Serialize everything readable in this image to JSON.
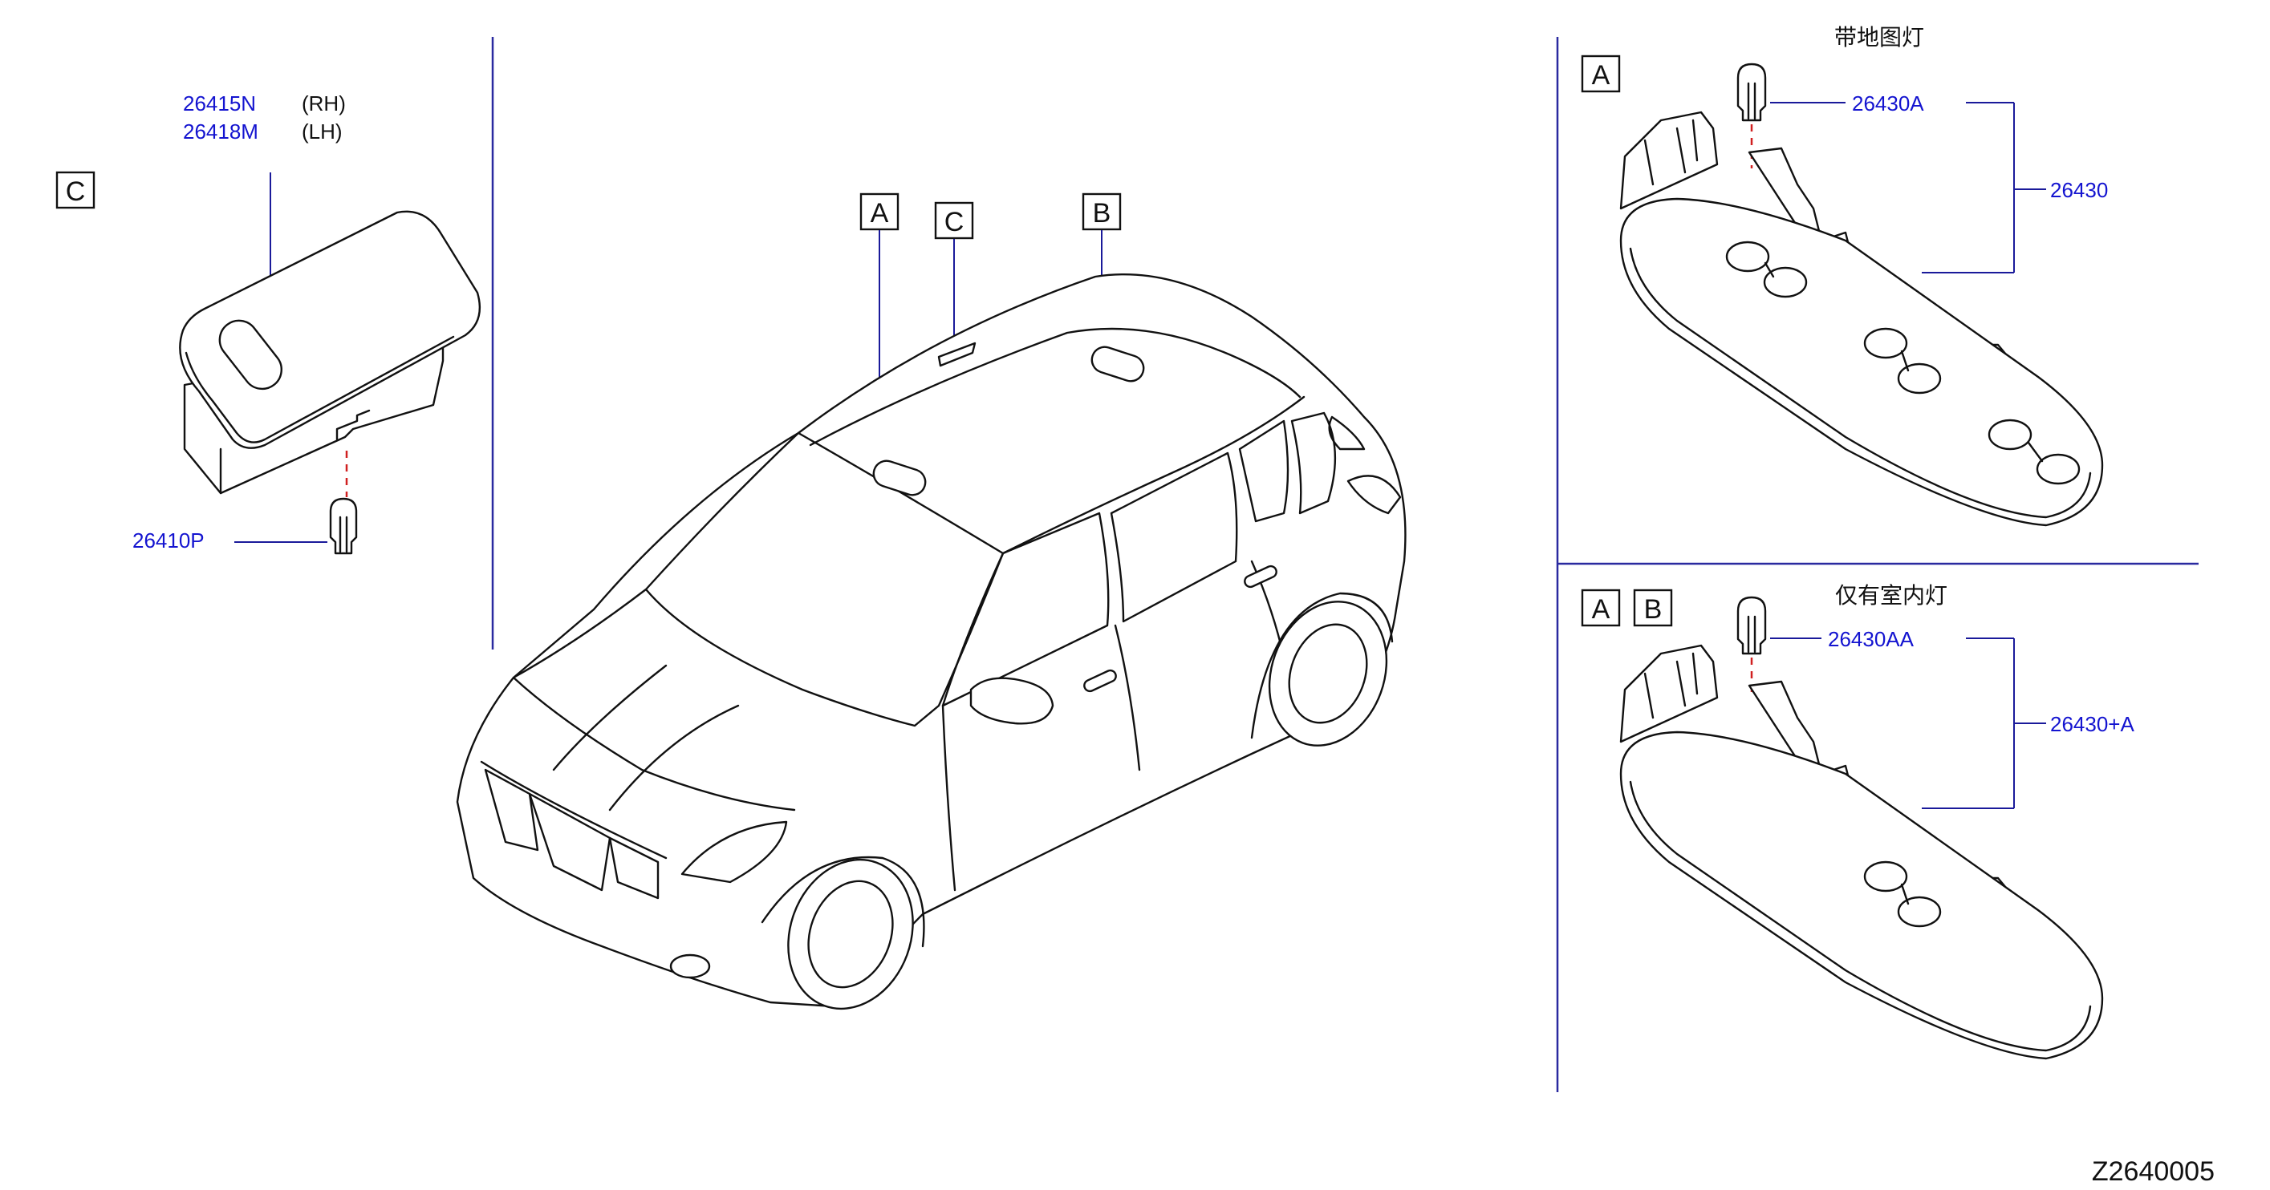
{
  "diagram_code": "Z2640005",
  "section_labels": {
    "with_map_lamp": "带地图灯",
    "room_lamp_only": "仅有室内灯"
  },
  "location_labels": {
    "a": "A",
    "b": "B",
    "c": "C"
  },
  "parts": {
    "p26415n": "26415N",
    "p26418m": "26418M",
    "rh": "(RH)",
    "lh": "(LH)",
    "p26410p": "26410P",
    "p26430a": "26430A",
    "p26430": "26430",
    "p26430aa": "26430AA",
    "p26430_plus_a": "26430+A"
  }
}
